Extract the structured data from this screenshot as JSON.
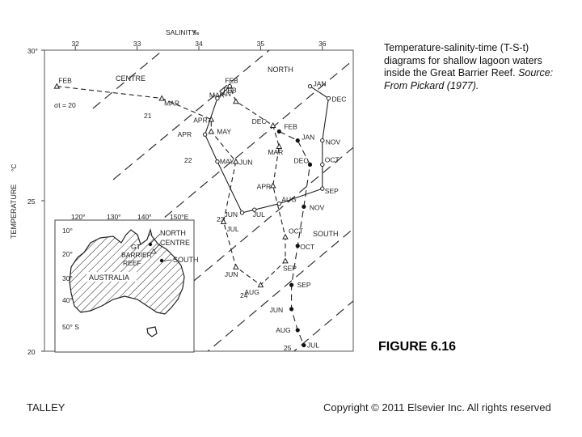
{
  "caption": {
    "main": "Temperature-salinity-time (T-S-t) diagrams for shallow lagoon waters inside the Great Barrier Reef.",
    "source": "Source: From Pickard (1977)."
  },
  "figure_label": "FIGURE 6.16",
  "footer": {
    "author": "TALLEY",
    "copyright": "Copyright © 2011 Elsevier Inc. All rights reserved"
  },
  "chart_data": {
    "type": "line",
    "xlabel": "SALINITY",
    "xunit": "‰",
    "ylabel": "TEMPERATURE",
    "yunit": "°C",
    "xlim": [
      31.5,
      36.5
    ],
    "ylim": [
      20,
      30
    ],
    "xticks": [
      "32",
      "33",
      "34",
      "35",
      "36"
    ],
    "yticks": [
      "20",
      "25",
      "30°"
    ],
    "sigma_label": "σt = 20",
    "density_labels": [
      "21",
      "22",
      "23",
      "24",
      "25"
    ],
    "series": [
      {
        "name": "CENTRE",
        "marker": "triangle",
        "points": [
          {
            "s": 31.7,
            "t": 28.8,
            "label": "FEB"
          },
          {
            "s": 33.4,
            "t": 28.4,
            "label": "MAR"
          },
          {
            "s": 34.2,
            "t": 27.7,
            "label": "APR"
          },
          {
            "s": 34.2,
            "t": 27.3,
            "label": "MAY"
          },
          {
            "s": 34.6,
            "t": 26.3,
            "label": "JUN"
          },
          {
            "s": 34.4,
            "t": 24.3,
            "label": "JUL"
          },
          {
            "s": 34.6,
            "t": 22.8,
            "label": "JUN"
          },
          {
            "s": 35.0,
            "t": 22.2,
            "label": "AUG"
          },
          {
            "s": 35.4,
            "t": 23.0,
            "label": "SEP"
          },
          {
            "s": 35.4,
            "t": 23.8,
            "label": "OCT"
          },
          {
            "s": 35.2,
            "t": 25.5,
            "label": "APR"
          },
          {
            "s": 35.3,
            "t": 26.8,
            "label": "MAR"
          },
          {
            "s": 35.2,
            "t": 27.5,
            "label": "DEC"
          },
          {
            "s": 34.6,
            "t": 28.3,
            "label": "JAN"
          },
          {
            "s": 34.5,
            "t": 28.8,
            "label": "FEB"
          }
        ]
      },
      {
        "name": "NORTH",
        "marker": "circle",
        "points": [
          {
            "s": 35.8,
            "t": 28.8,
            "label": "JAN"
          },
          {
            "s": 36.1,
            "t": 28.4,
            "label": "DEC"
          },
          {
            "s": 36.0,
            "t": 27.0,
            "label": "NOV"
          },
          {
            "s": 36.0,
            "t": 26.2,
            "label": "OCT"
          },
          {
            "s": 36.0,
            "t": 25.4,
            "label": "SEP"
          },
          {
            "s": 35.3,
            "t": 24.9,
            "label": "AUG"
          },
          {
            "s": 34.9,
            "t": 24.7,
            "label": "JUL"
          },
          {
            "s": 34.7,
            "t": 24.6,
            "label": "JUN"
          },
          {
            "s": 34.3,
            "t": 26.3,
            "label": "MAY"
          },
          {
            "s": 34.1,
            "t": 27.2,
            "label": "APR"
          },
          {
            "s": 34.3,
            "t": 28.4,
            "label": "MAR"
          },
          {
            "s": 34.5,
            "t": 28.8,
            "label": "FEB"
          }
        ]
      },
      {
        "name": "SOUTH",
        "marker": "dot",
        "points": [
          {
            "s": 35.3,
            "t": 27.3,
            "label": "FEB"
          },
          {
            "s": 35.6,
            "t": 27.0,
            "label": "JAN"
          },
          {
            "s": 35.8,
            "t": 26.2,
            "label": "DEC"
          },
          {
            "s": 35.7,
            "t": 24.8,
            "label": "NOV"
          },
          {
            "s": 35.6,
            "t": 23.5,
            "label": "OCT"
          },
          {
            "s": 35.5,
            "t": 22.2,
            "label": "SEP"
          },
          {
            "s": 35.5,
            "t": 21.4,
            "label": "JUN"
          },
          {
            "s": 35.6,
            "t": 20.7,
            "label": "AUG"
          },
          {
            "s": 35.7,
            "t": 20.2,
            "label": "JUL"
          }
        ]
      }
    ]
  },
  "map": {
    "lon_labels": [
      "120°",
      "130°",
      "140°",
      "150°E"
    ],
    "lat_labels": [
      "10°",
      "20°",
      "30°",
      "40°",
      "50° S"
    ],
    "country_label": "AUSTRALIA",
    "reef_label_lines": [
      "GT",
      "BARRIER",
      "REEF"
    ],
    "station_labels": [
      "NORTH",
      "CENTRE",
      "SOUTH"
    ]
  }
}
